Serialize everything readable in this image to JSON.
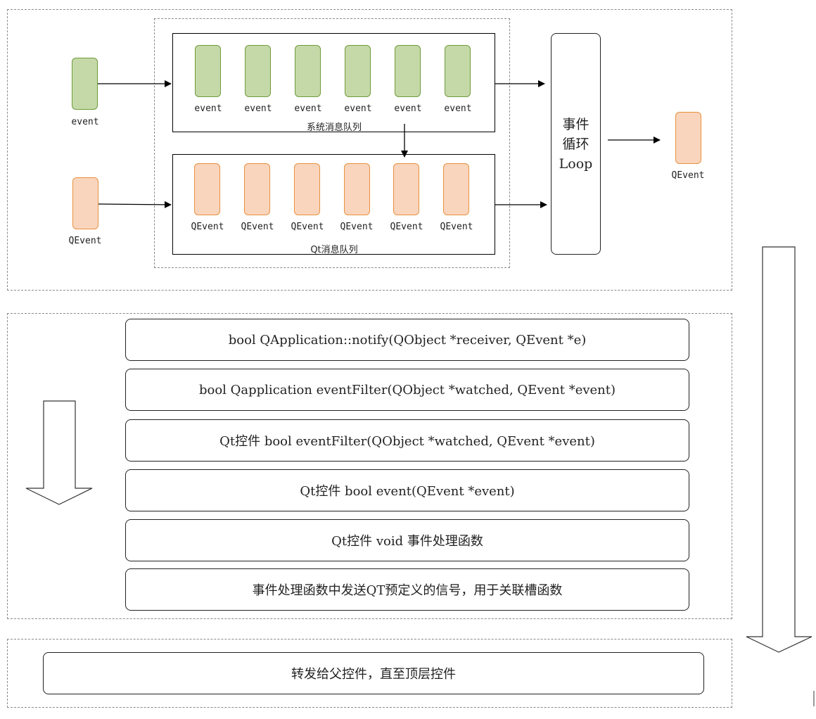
{
  "sources": {
    "event_label": "event",
    "qevent_label": "QEvent"
  },
  "system_queue": {
    "title": "系统消息队列",
    "items": [
      "event",
      "event",
      "event",
      "event",
      "event",
      "event"
    ]
  },
  "qt_queue": {
    "title": "Qt消息队列",
    "items": [
      "QEvent",
      "QEvent",
      "QEvent",
      "QEvent",
      "QEvent",
      "QEvent"
    ]
  },
  "event_loop": {
    "line1": "事件",
    "line2": "循环",
    "line3": "Loop"
  },
  "output": {
    "label": "QEvent"
  },
  "pipeline": [
    "bool QApplication::notify(QObject *receiver, QEvent *e)",
    "bool Qapplication eventFilter(QObject *watched, QEvent *event)",
    "Qt控件 bool eventFilter(QObject *watched, QEvent *event)",
    "Qt控件 bool event(QEvent *event)",
    "Qt控件 void 事件处理函数",
    "事件处理函数中发送QT预定义的信号，用于关联槽函数"
  ],
  "forward": {
    "label": "转发给父控件，直至顶层控件"
  },
  "colors": {
    "green_fill": "#c5d9a8",
    "green_border": "#6f9a3c",
    "orange_fill": "#f9d5bd",
    "orange_border": "#e8913e"
  }
}
